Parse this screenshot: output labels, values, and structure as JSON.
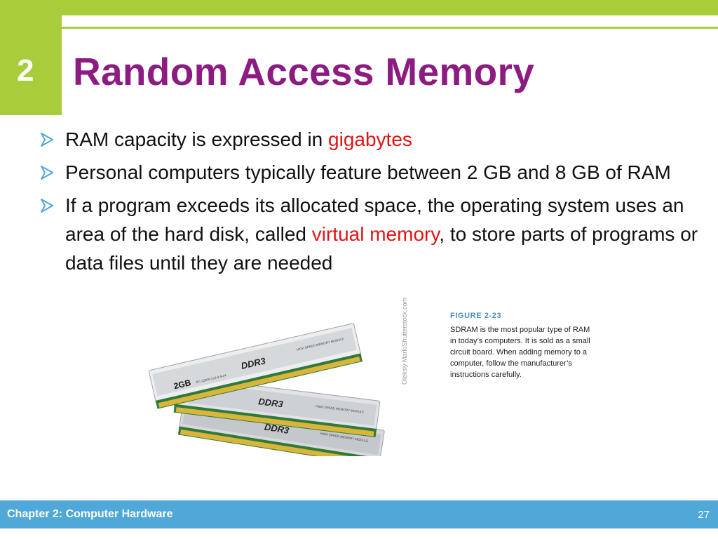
{
  "header": {
    "chapter_number": "2",
    "title": "Random Access Memory"
  },
  "bullets": [
    {
      "pre": "RAM capacity is expressed in ",
      "highlight": "gigabytes",
      "post": ""
    },
    {
      "text": "Personal computers typically feature between 2 GB and 8 GB of RAM"
    },
    {
      "pre": "If a program exceeds its allocated space, the operating system uses an area of the hard disk, called ",
      "highlight": "virtual memory",
      "post": ", to store parts of programs or data files until they are needed"
    }
  ],
  "figure": {
    "label": "FIGURE 2-23",
    "caption": "SDRAM is the most popular type of RAM in today’s computers. It is sold as a small circuit board. When adding memory to a computer, follow the manufacturer’s instructions carefully.",
    "credit": "Oleksiy Mark/Shutterstock.com",
    "module_brand": "DDR3",
    "module_capacity": "2GB",
    "module_label": "HIGH SPEED MEMORY MODULE",
    "module_part": "PC-12800 CL9-9-9-24"
  },
  "footer": {
    "chapter": "Chapter 2: Computer Hardware",
    "page": "27"
  },
  "colors": {
    "accent_green": "#a8cc3a",
    "title_purple": "#8c1c82",
    "highlight_red": "#e11414",
    "footer_blue": "#4fa8d8"
  }
}
